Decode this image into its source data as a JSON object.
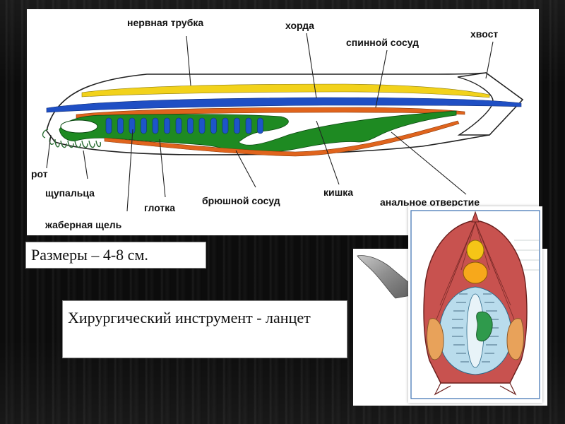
{
  "diagram": {
    "labels": {
      "neural_tube": "нервная трубка",
      "notochord": "хорда",
      "dorsal_vessel": "спинной сосуд",
      "tail": "хвост",
      "mouth": "рот",
      "tentacles": "щупальца",
      "gill_slit": "жаберная щель",
      "pharynx": "глотка",
      "ventral_vessel": "брюшной сосуд",
      "intestine": "кишка",
      "anus": "анальное отверстие"
    },
    "colors": {
      "neural_tube": "#f2d21b",
      "notochord": "#1f4fc4",
      "dorsal_vessel": "#e0641d",
      "intestine": "#1e8a22",
      "gill_slits": "#1d55c8",
      "ventral_vessel": "#e0641d"
    }
  },
  "size_caption": "Размеры – 4-8 см.",
  "instrument_caption": "Хирургический инструмент - ланцет",
  "cross_section_colors": {
    "muscle": "#c8524f",
    "neural_tube": "#f5c517",
    "pharynx": "#b9dcec",
    "liver": "#2f9a4c",
    "gonads": "#e8a25a"
  }
}
